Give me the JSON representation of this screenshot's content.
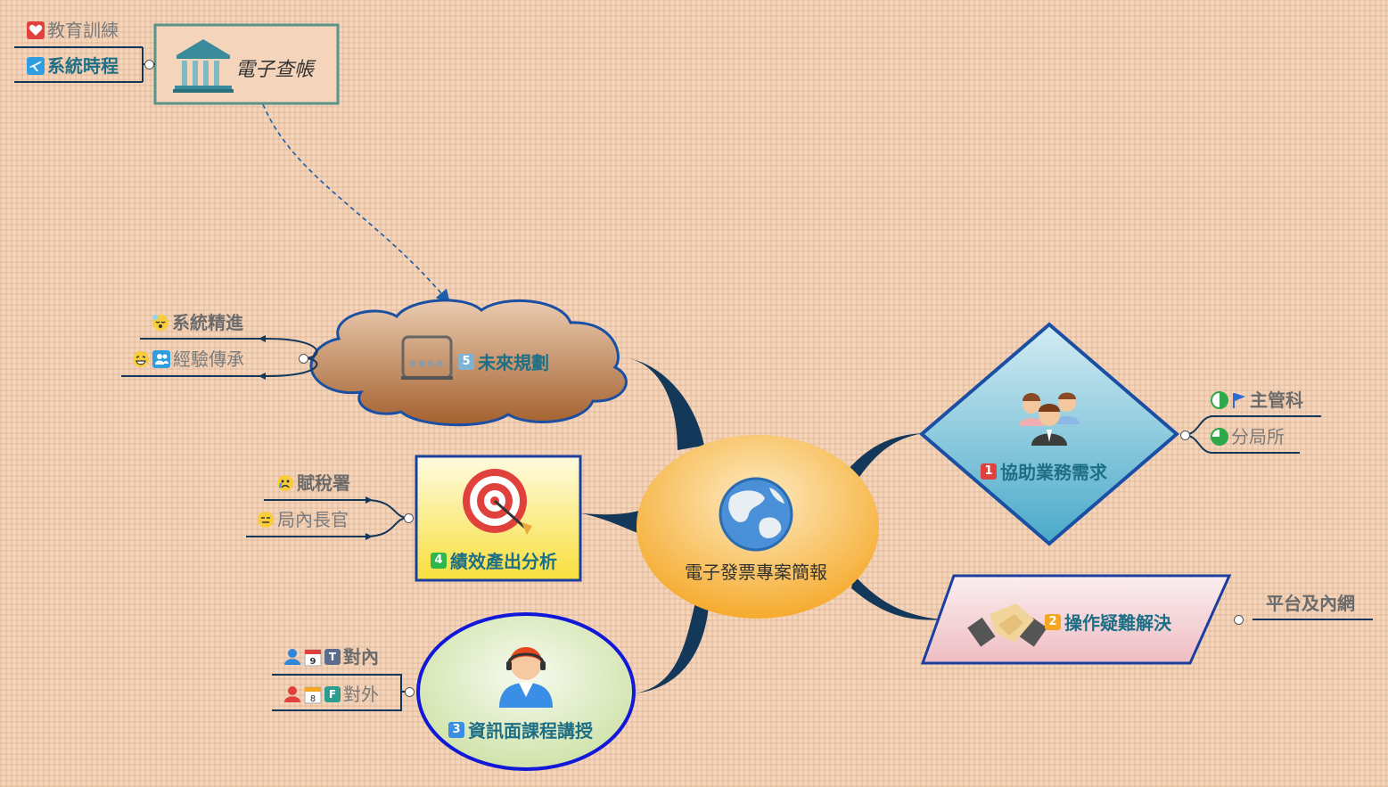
{
  "colors": {
    "branch": "#14385a",
    "center_top": "#fde3a5",
    "center_bottom": "#f5a623",
    "cloud": "#a9683d",
    "diamond": "#56b3cf",
    "yellow_box": "#fbe35a",
    "ellipse_green": "#d3e8b8",
    "parallelogram": "#f3c8cc"
  },
  "center": {
    "title": "電子發票專案簡報",
    "icon": "globe-icon"
  },
  "topics": [
    {
      "number": "1",
      "title": "協助業務需求",
      "icon": "business-team-icon",
      "children": [
        {
          "label": "主管科",
          "icons": [
            "progress-half-icon",
            "blue-flag-icon"
          ]
        },
        {
          "label": "分局所",
          "icons": [
            "progress-three-quarter-icon"
          ]
        }
      ]
    },
    {
      "number": "2",
      "title": "操作疑難解決",
      "icon": "handshake-icon",
      "children": [
        {
          "label": "平台及內網",
          "icons": []
        }
      ]
    },
    {
      "number": "3",
      "title": "資訊面課程講授",
      "icon": "support-agent-icon",
      "children": [
        {
          "label": "對內",
          "icons": [
            "person-blue-icon",
            "calendar-9-icon",
            "t-task-icon"
          ],
          "calendar": "9",
          "tag": "T"
        },
        {
          "label": "對外",
          "icons": [
            "person-red-icon",
            "calendar-8-icon",
            "f-task-icon"
          ],
          "calendar": "8",
          "tag": "F"
        }
      ]
    },
    {
      "number": "4",
      "title": "績效產出分析",
      "icon": "target-icon",
      "children": [
        {
          "label": "賦稅署",
          "icons": [
            "crying-face-icon"
          ]
        },
        {
          "label": "局內長官",
          "icons": [
            "neutral-face-icon"
          ]
        }
      ]
    },
    {
      "number": "5",
      "title": "未來規劃",
      "icon": "newtons-cradle-icon",
      "children": [
        {
          "label": "系統精進",
          "icons": [
            "sleepy-face-icon"
          ]
        },
        {
          "label": "經驗傳承",
          "icons": [
            "grin-face-icon",
            "contacts-icon"
          ]
        }
      ]
    }
  ],
  "floating": {
    "title": "電子查帳",
    "icon": "bank-icon",
    "children": [
      {
        "label": "教育訓練",
        "icons": [
          "heart-icon"
        ]
      },
      {
        "label": "系統時程",
        "icons": [
          "airplane-icon"
        ]
      }
    ]
  }
}
